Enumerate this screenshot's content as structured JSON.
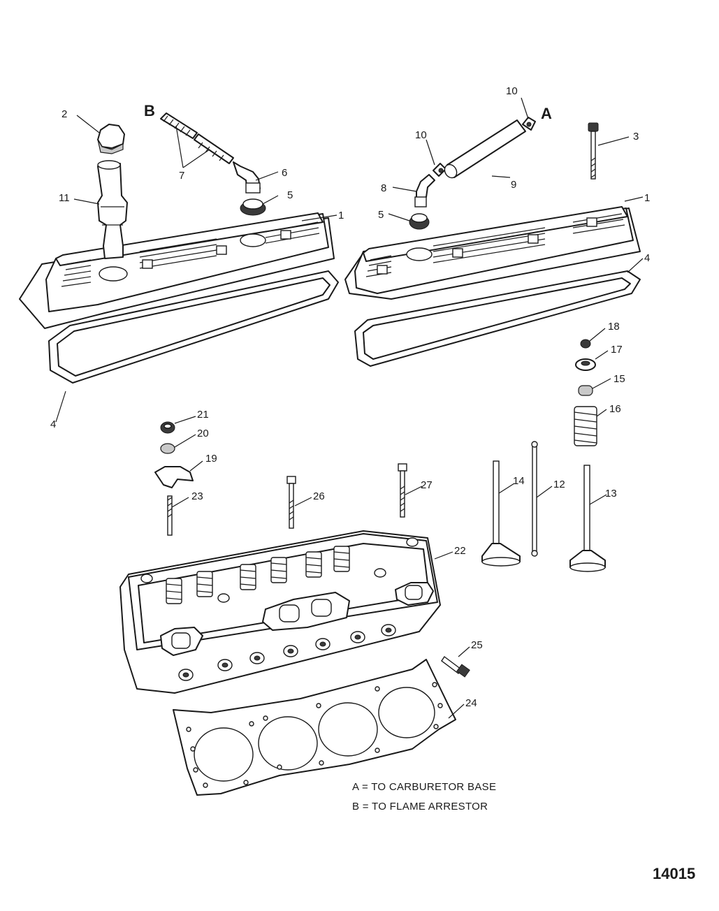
{
  "callouts": {
    "c1a": "1",
    "c1b": "1",
    "c2": "2",
    "c3": "3",
    "c4a": "4",
    "c4b": "4",
    "c5a": "5",
    "c5b": "5",
    "c6": "6",
    "c7": "7",
    "c8": "8",
    "c9": "9",
    "c10a": "10",
    "c10b": "10",
    "c11": "11",
    "c12": "12",
    "c13": "13",
    "c14": "14",
    "c15": "15",
    "c16": "16",
    "c17": "17",
    "c18": "18",
    "c19": "19",
    "c20": "20",
    "c21": "21",
    "c22": "22",
    "c23": "23",
    "c24": "24",
    "c25": "25",
    "c26": "26",
    "c27": "27",
    "refA": "A",
    "refB": "B"
  },
  "legend": {
    "a": "A = TO CARBURETOR BASE",
    "b": "B = TO FLAME ARRESTOR"
  },
  "figure_number": "14015"
}
